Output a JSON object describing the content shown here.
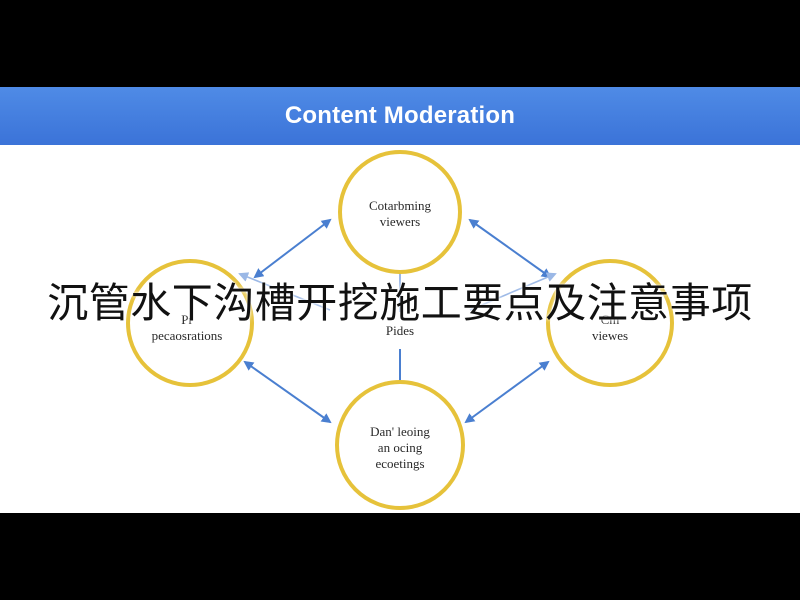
{
  "diagram": {
    "title": "Content Moderation",
    "nodes": [
      {
        "id": "top",
        "lines": [
          "Cotarbming",
          "viewers"
        ]
      },
      {
        "id": "left",
        "lines": [
          "Pr",
          "pecaosrations"
        ]
      },
      {
        "id": "center",
        "lines": [
          "Pides"
        ]
      },
      {
        "id": "right",
        "lines": [
          "Cm",
          "viewes"
        ]
      },
      {
        "id": "bottom",
        "lines": [
          "Dan' leoing",
          "an ocing",
          "ecoetings"
        ]
      }
    ]
  },
  "overlay": {
    "caption": "沉管水下沟槽开挖施工要点及注意事项"
  },
  "colors": {
    "band": "#3b73d8",
    "node_ring": "#e6c23a",
    "arrow": "#4a7fd0",
    "background": "#000000"
  }
}
